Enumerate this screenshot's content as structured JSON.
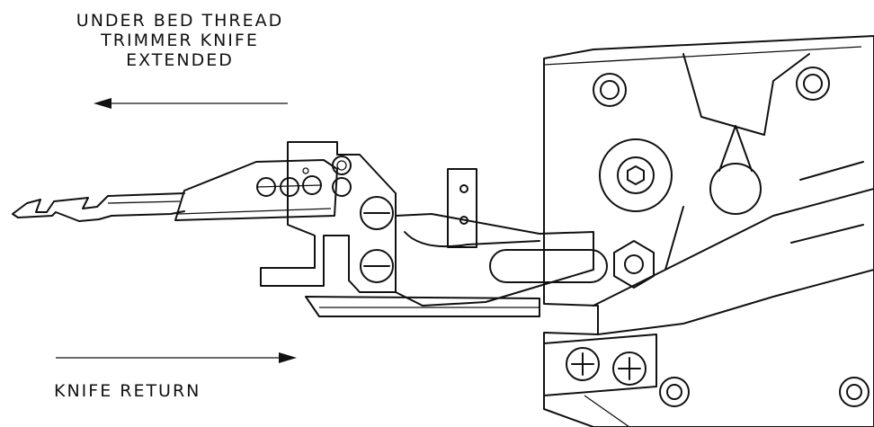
{
  "labels": {
    "title_line1": "UNDER BED THREAD",
    "title_line2": "TRIMMER KNIFE",
    "title_line3": "EXTENDED",
    "knife_return": "KNIFE RETURN"
  },
  "arrows": {
    "extend_direction": "left",
    "return_direction": "right"
  },
  "colors": {
    "ink": "#111111",
    "background": "#ffffff"
  }
}
